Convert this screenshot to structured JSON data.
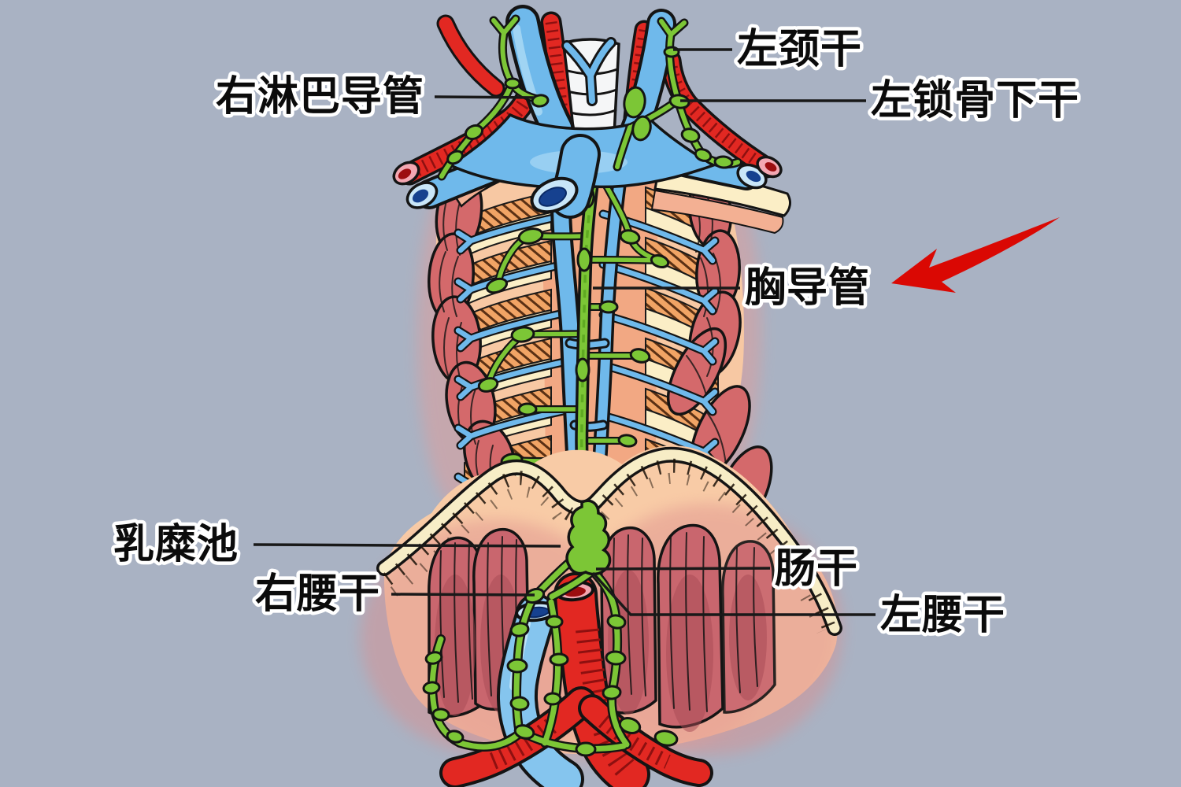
{
  "background_color": "#a9b2c3",
  "labels": {
    "right_lymphatic_duct": "右淋巴导管",
    "left_jugular_trunk": "左颈干",
    "left_subclavian_trunk": "左锁骨下干",
    "thoracic_duct": "胸导管",
    "cisterna_chyli": "乳糜池",
    "right_lumbar_trunk": "右腰干",
    "intestinal_trunk": "肠干",
    "left_lumbar_trunk": "左腰干"
  },
  "annotation_arrow": {
    "shape": "curved-arrow",
    "color": "#da0803",
    "points_to": "胸导管"
  },
  "palette": {
    "vein_blue": "#6fb9eb",
    "vein_lumen": "#16418f",
    "vein_rim": "#c9e6f8",
    "artery_red": "#e22822",
    "artery_striation": "#8e1010",
    "artery_rim": "#f3a7b2",
    "artery_lumen": "#9c0d10",
    "lymph_green": "#7cc636",
    "muscle_rose": "#d4696b",
    "psoas_rose": "#c9666e",
    "rib_orange": "#f1a465",
    "bone_cream": "#fbeec6",
    "flesh_peach": "#f7c8a3",
    "diaphragm_cream": "#f7edc6",
    "outline": "#141414",
    "label_fill": "#0b0b0b",
    "label_outline": "#ffffff",
    "leader_line": "#191919"
  }
}
